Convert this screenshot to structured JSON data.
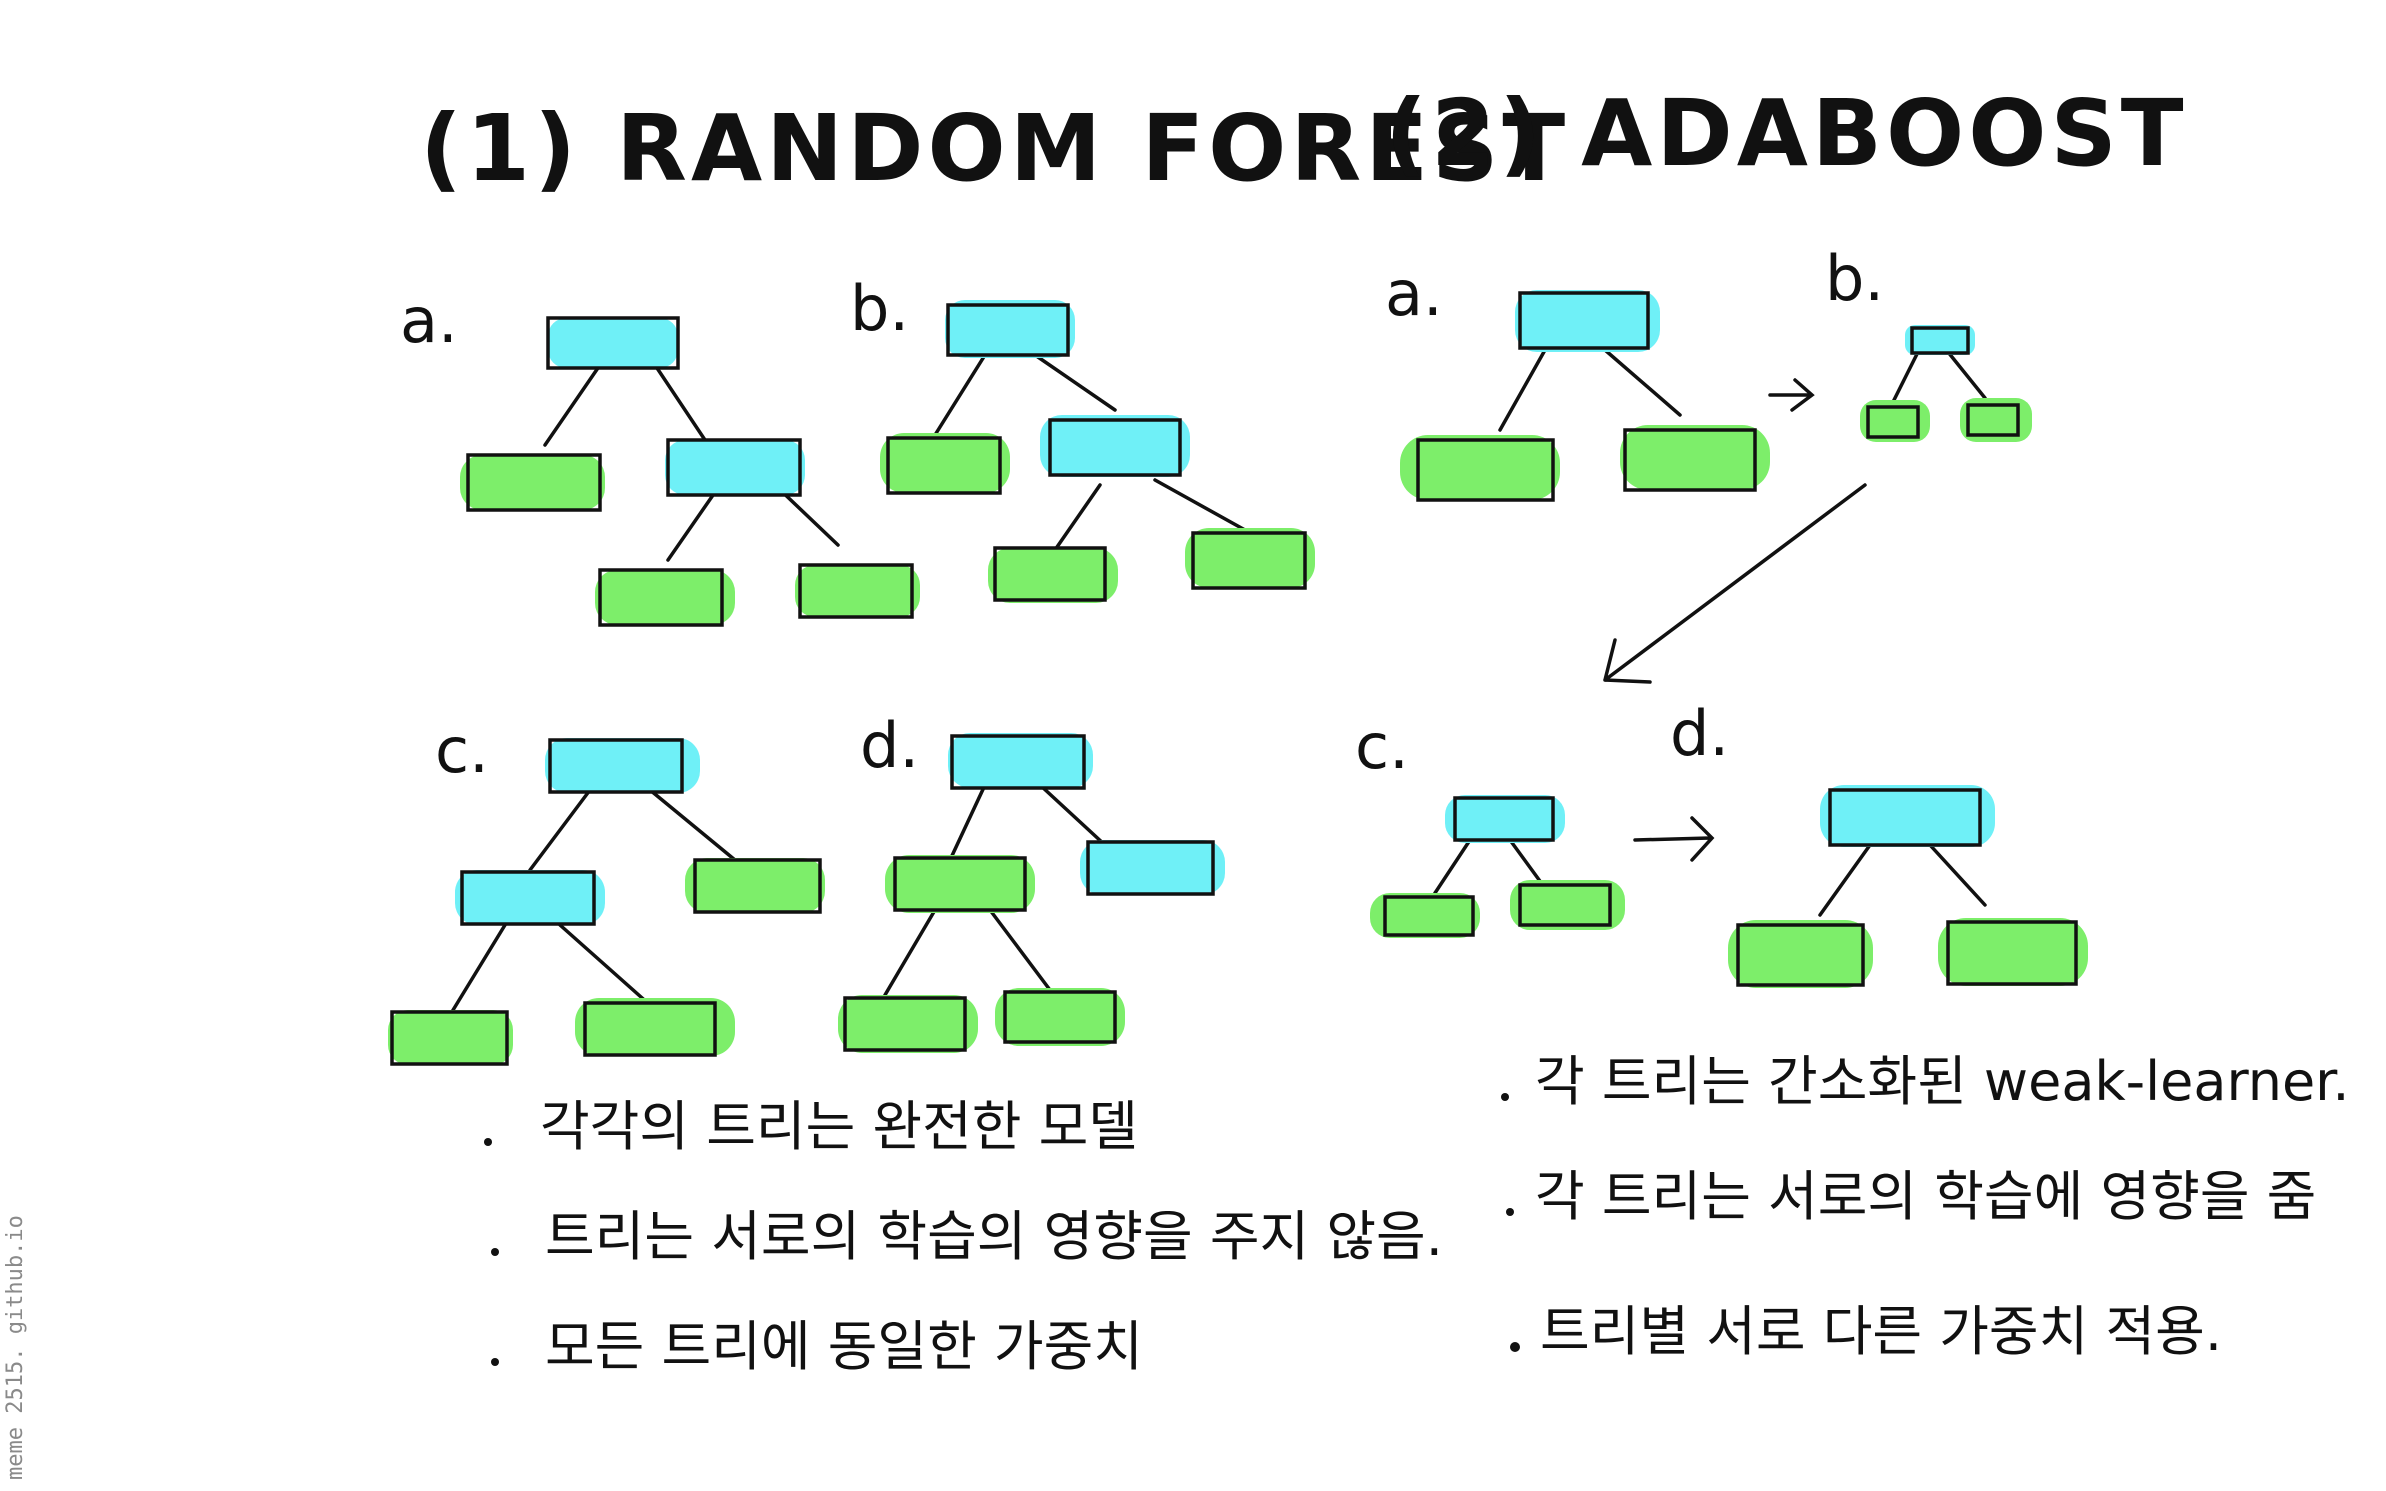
{
  "colors": {
    "accent_blue": "#6ff0f7",
    "accent_green": "#7dee6a",
    "ink": "#111111",
    "watermark": "#8a8a8a"
  },
  "random_forest": {
    "title": "(1) RANDOM FOREST",
    "panels": [
      "a.",
      "b.",
      "c.",
      "d."
    ],
    "bullets": [
      "각각의 트리는 완전한 모델",
      "트리는 서로의 학습의 영향을 주지 않음.",
      "모든 트리에 동일한 가중치"
    ]
  },
  "adaboost": {
    "title": "(2) ADABOOST",
    "panels": [
      "a.",
      "b.",
      "c.",
      "d."
    ],
    "bullets": [
      "각 트리는 간소화된 weak-learner.",
      "각 트리는 서로의 학습에 영향을 줌",
      "트리별 서로 다른 가중치 적용."
    ]
  },
  "watermark": "meme 2515. github.io"
}
